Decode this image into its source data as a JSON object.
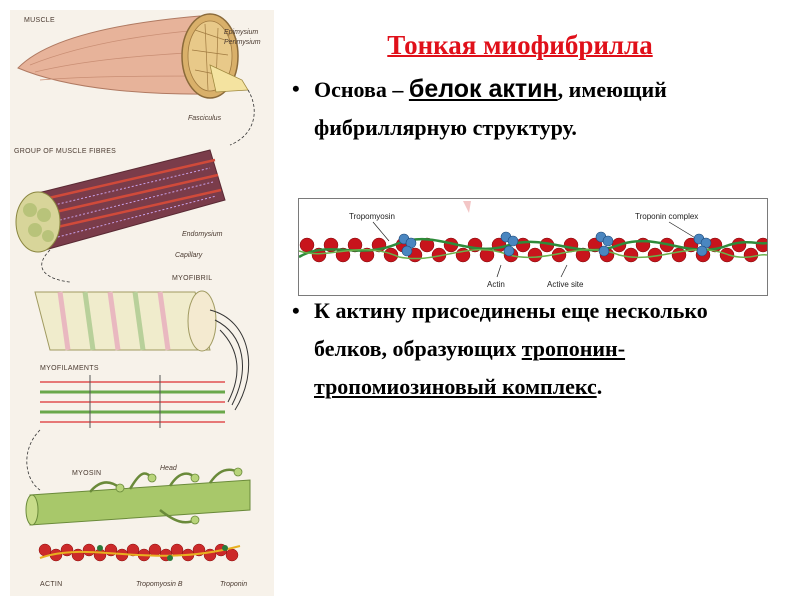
{
  "slide": {
    "title": "Тонкая миофибрилла",
    "bullet_glyph": "•",
    "bullet1": {
      "prefix": "Основа – ",
      "highlight": "белок актин",
      "suffix": ", имеющий фибриллярную структуру."
    },
    "bullet2": {
      "prefix": "К актину присоединены еще несколько белков, образующих ",
      "underlined": "тропонин-тропомиозиновый комплекс",
      "suffix": "."
    }
  },
  "muscle_figure": {
    "labels": {
      "muscle": "MUSCLE",
      "epimysium": "Epimysium",
      "perimysium": "Perimysium",
      "fasciculus": "Fasciculus",
      "group": "GROUP OF MUSCLE FIBRES",
      "endomysium": "Endomysium",
      "capillary": "Capillary",
      "myofibril": "MYOFIBRIL",
      "myofilaments": "MYOFILAMENTS",
      "myosin": "MYOSIN",
      "head": "Head",
      "actin": "ACTIN",
      "tropomyosin_b": "Tropomyosin B",
      "troponin": "Troponin"
    }
  },
  "actin_figure": {
    "labels": {
      "tropomyosin": "Tropomyosin",
      "troponin_complex": "Troponin complex",
      "actin": "Actin",
      "active_site": "Active site"
    },
    "colors": {
      "actin": "#c8141c",
      "tropomyosin": "#2e8b3a",
      "troponin": "#4a86c0"
    }
  }
}
